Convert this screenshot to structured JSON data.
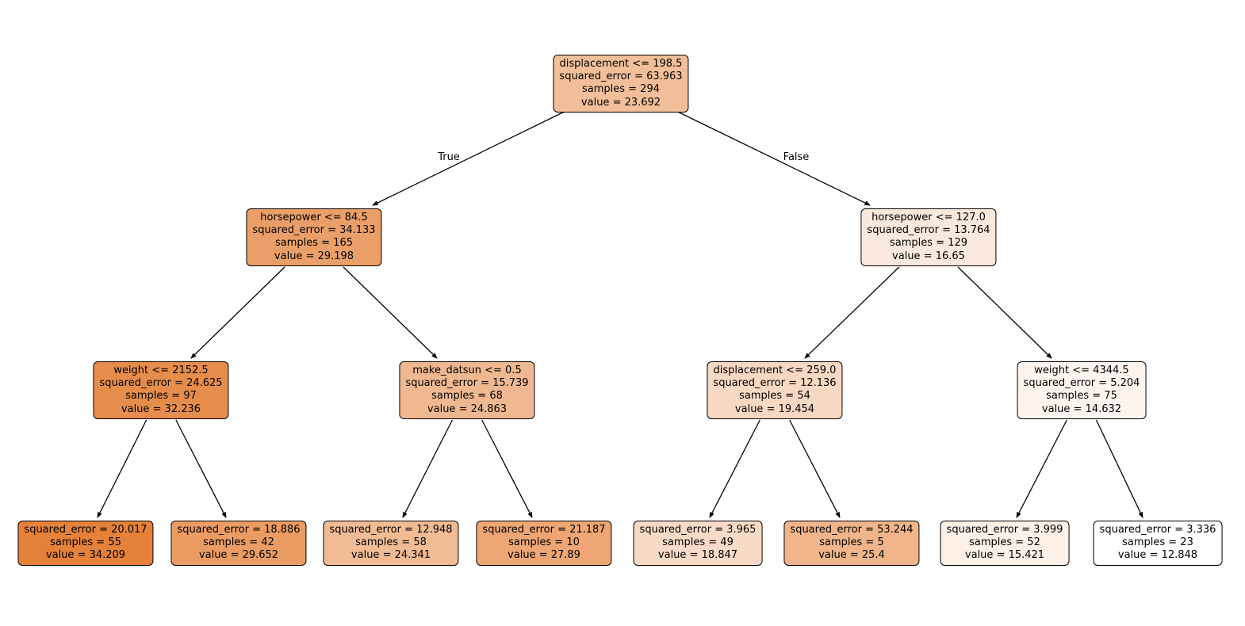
{
  "figure": {
    "background_color": "#ffffff",
    "node_border_color": "#000000",
    "edge_color": "#000000",
    "description": "Decision tree regressor visualization"
  },
  "edge_labels": {
    "true_label": "True",
    "false_label": "False"
  },
  "nodes": {
    "root": {
      "lines": [
        "displacement <= 198.5",
        "squared_error = 63.963",
        "samples = 294",
        "value = 23.692"
      ],
      "color": "#f2bf9a"
    },
    "left": {
      "lines": [
        "horsepower <= 84.5",
        "squared_error = 34.133",
        "samples = 165",
        "value = 29.198"
      ],
      "color": "#eb9f68"
    },
    "right": {
      "lines": [
        "horsepower <= 127.0",
        "squared_error = 13.764",
        "samples = 129",
        "value = 16.65"
      ],
      "color": "#fae8dc"
    },
    "left_left": {
      "lines": [
        "weight <= 2152.5",
        "squared_error = 24.625",
        "samples = 97",
        "value = 32.236"
      ],
      "color": "#e78d4b"
    },
    "left_right": {
      "lines": [
        "make_datsun <= 0.5",
        "squared_error = 15.739",
        "samples = 68",
        "value = 24.863"
      ],
      "color": "#f0b890"
    },
    "right_left": {
      "lines": [
        "displacement <= 259.0",
        "squared_error = 12.136",
        "samples = 54",
        "value = 19.454"
      ],
      "color": "#f7d8c2"
    },
    "right_right": {
      "lines": [
        "weight <= 4344.5",
        "squared_error = 5.204",
        "samples = 75",
        "value = 14.632"
      ],
      "color": "#fdf4ee"
    },
    "leaf1": {
      "lines": [
        "squared_error = 20.017",
        "samples = 55",
        "value = 34.209"
      ],
      "color": "#e58139"
    },
    "leaf2": {
      "lines": [
        "squared_error = 18.886",
        "samples = 42",
        "value = 29.652"
      ],
      "color": "#ea9c63"
    },
    "leaf3": {
      "lines": [
        "squared_error = 12.948",
        "samples = 58",
        "value = 24.341"
      ],
      "color": "#f1bb94"
    },
    "leaf4": {
      "lines": [
        "squared_error = 21.187",
        "samples = 10",
        "value = 27.89"
      ],
      "color": "#eda674"
    },
    "leaf5": {
      "lines": [
        "squared_error = 3.965",
        "samples = 49",
        "value = 18.847"
      ],
      "color": "#f8dbc7"
    },
    "leaf6": {
      "lines": [
        "squared_error = 53.244",
        "samples = 5",
        "value = 25.4"
      ],
      "color": "#f0b58b"
    },
    "leaf7": {
      "lines": [
        "squared_error = 3.999",
        "samples = 52",
        "value = 15.421"
      ],
      "color": "#fcf0e7"
    },
    "leaf8": {
      "lines": [
        "squared_error = 3.336",
        "samples = 23",
        "value = 12.848"
      ],
      "color": "#ffffff"
    }
  }
}
